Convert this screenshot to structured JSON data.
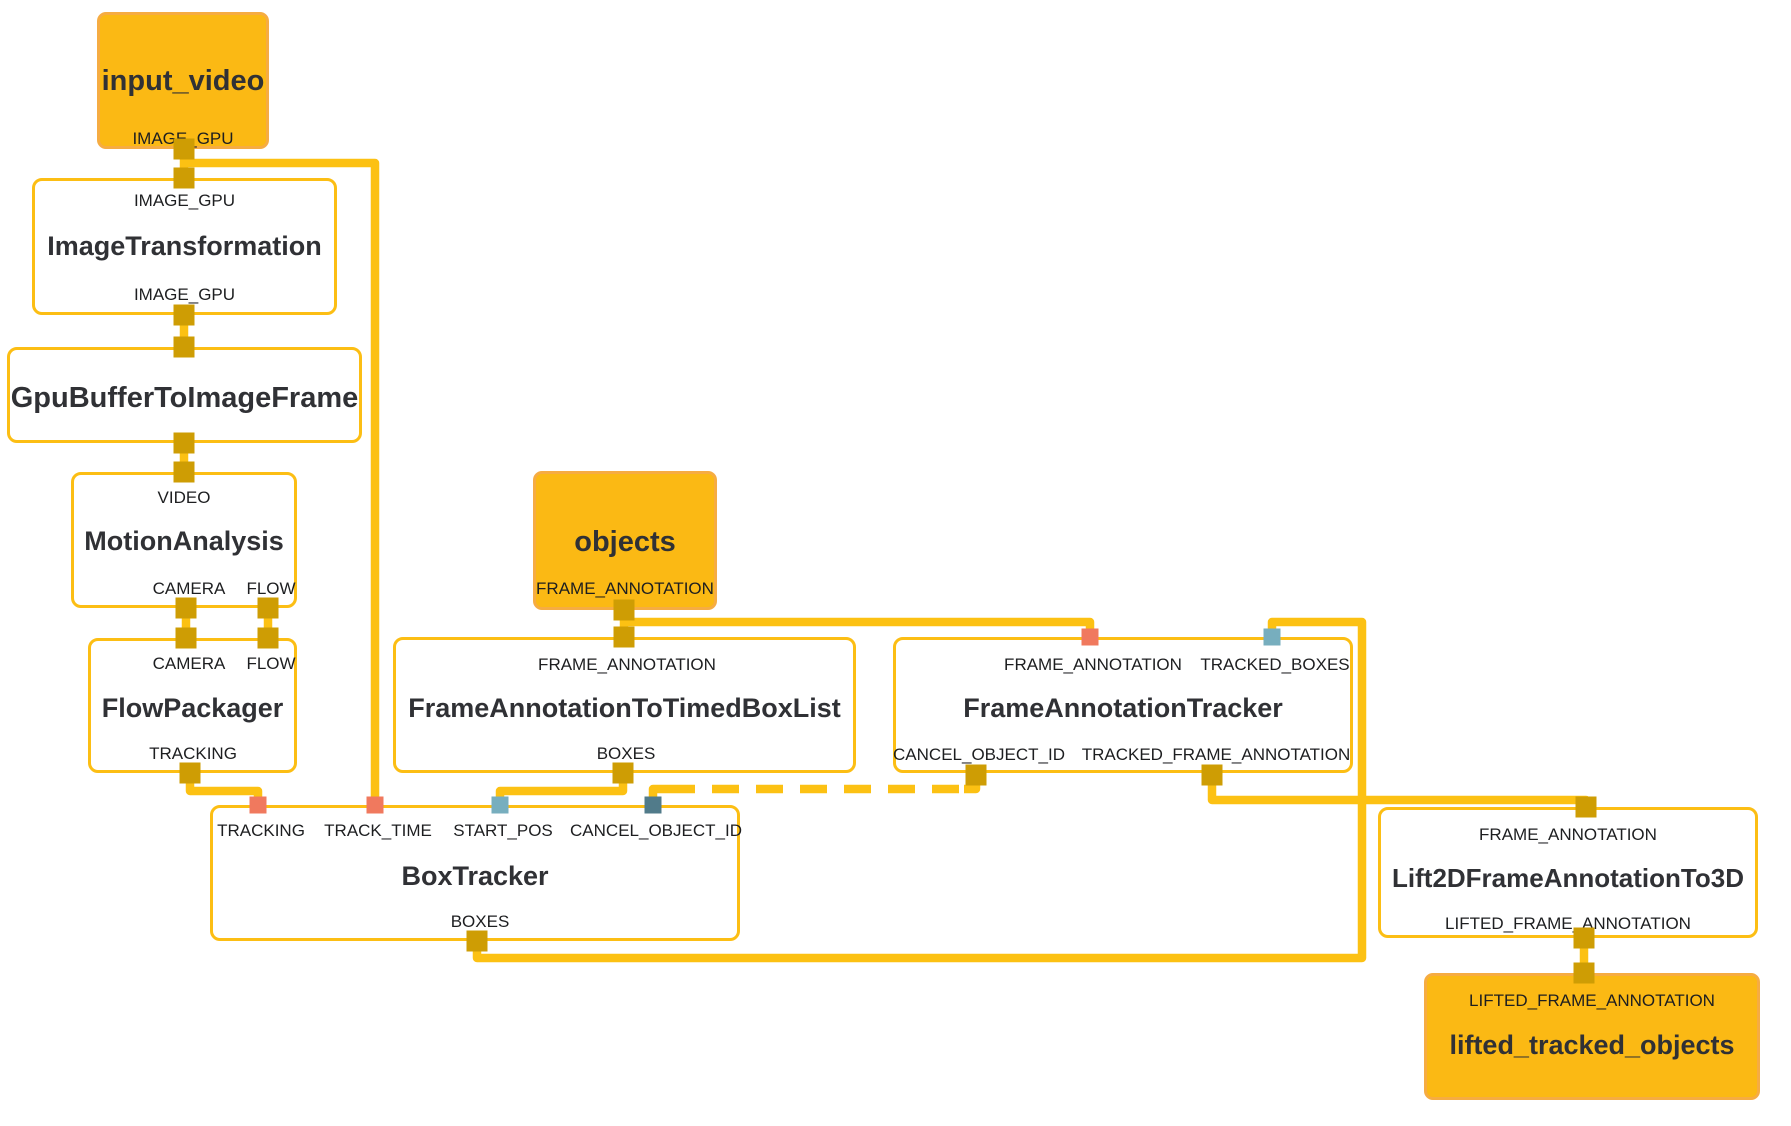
{
  "diagram_type": "mediapipe-calculator-graph",
  "nodes": {
    "input_video": {
      "kind": "input-stream",
      "title": "input_video",
      "outputs": [
        "IMAGE_GPU"
      ]
    },
    "image_transformation": {
      "kind": "calculator",
      "title": "ImageTransformation",
      "inputs": [
        "IMAGE_GPU"
      ],
      "outputs": [
        "IMAGE_GPU"
      ]
    },
    "gpu_buffer_to_image_frame": {
      "kind": "calculator",
      "title": "GpuBufferToImageFrame",
      "inputs": [],
      "outputs": []
    },
    "motion_analysis": {
      "kind": "calculator",
      "title": "MotionAnalysis",
      "inputs": [
        "VIDEO"
      ],
      "outputs": [
        "CAMERA",
        "FLOW"
      ]
    },
    "flow_packager": {
      "kind": "calculator",
      "title": "FlowPackager",
      "inputs": [
        "CAMERA",
        "FLOW"
      ],
      "outputs": [
        "TRACKING"
      ]
    },
    "objects": {
      "kind": "input-stream",
      "title": "objects",
      "outputs": [
        "FRAME_ANNOTATION"
      ]
    },
    "frame_annotation_to_timed_box_list": {
      "kind": "calculator",
      "title": "FrameAnnotationToTimedBoxList",
      "inputs": [
        "FRAME_ANNOTATION"
      ],
      "outputs": [
        "BOXES"
      ]
    },
    "frame_annotation_tracker": {
      "kind": "calculator",
      "title": "FrameAnnotationTracker",
      "inputs": [
        "FRAME_ANNOTATION",
        "TRACKED_BOXES"
      ],
      "outputs": [
        "CANCEL_OBJECT_ID",
        "TRACKED_FRAME_ANNOTATION"
      ]
    },
    "box_tracker": {
      "kind": "calculator",
      "title": "BoxTracker",
      "inputs": [
        "TRACKING",
        "TRACK_TIME",
        "START_POS",
        "CANCEL_OBJECT_ID"
      ],
      "outputs": [
        "BOXES"
      ]
    },
    "lift_2d_frame_annotation_to_3d": {
      "kind": "calculator",
      "title": "Lift2DFrameAnnotationTo3D",
      "inputs": [
        "FRAME_ANNOTATION"
      ],
      "outputs": [
        "LIFTED_FRAME_ANNOTATION"
      ]
    },
    "lifted_tracked_objects": {
      "kind": "output-stream",
      "title": "lifted_tracked_objects",
      "inputs": [
        "LIFTED_FRAME_ANNOTATION"
      ]
    }
  },
  "edges": [
    {
      "from": "input_video.IMAGE_GPU",
      "to": "image_transformation.IMAGE_GPU",
      "style": "solid"
    },
    {
      "from": "input_video.IMAGE_GPU",
      "to": "box_tracker.TRACK_TIME",
      "style": "solid"
    },
    {
      "from": "image_transformation.IMAGE_GPU",
      "to": "gpu_buffer_to_image_frame",
      "style": "solid"
    },
    {
      "from": "gpu_buffer_to_image_frame",
      "to": "motion_analysis.VIDEO",
      "style": "solid"
    },
    {
      "from": "motion_analysis.CAMERA",
      "to": "flow_packager.CAMERA",
      "style": "solid"
    },
    {
      "from": "motion_analysis.FLOW",
      "to": "flow_packager.FLOW",
      "style": "solid"
    },
    {
      "from": "flow_packager.TRACKING",
      "to": "box_tracker.TRACKING",
      "style": "solid"
    },
    {
      "from": "objects.FRAME_ANNOTATION",
      "to": "frame_annotation_to_timed_box_list.FRAME_ANNOTATION",
      "style": "solid"
    },
    {
      "from": "objects.FRAME_ANNOTATION",
      "to": "frame_annotation_tracker.FRAME_ANNOTATION",
      "style": "solid"
    },
    {
      "from": "frame_annotation_to_timed_box_list.BOXES",
      "to": "box_tracker.START_POS",
      "style": "solid"
    },
    {
      "from": "frame_annotation_tracker.CANCEL_OBJECT_ID",
      "to": "box_tracker.CANCEL_OBJECT_ID",
      "style": "dashed"
    },
    {
      "from": "box_tracker.BOXES",
      "to": "frame_annotation_tracker.TRACKED_BOXES",
      "style": "solid"
    },
    {
      "from": "frame_annotation_tracker.TRACKED_FRAME_ANNOTATION",
      "to": "lift_2d_frame_annotation_to_3d.FRAME_ANNOTATION",
      "style": "solid"
    },
    {
      "from": "lift_2d_frame_annotation_to_3d.LIFTED_FRAME_ANNOTATION",
      "to": "lifted_tracked_objects.LIFTED_FRAME_ANNOTATION",
      "style": "solid"
    }
  ],
  "special_ports": [
    {
      "node": "box_tracker",
      "port": "TRACKING",
      "color": "salmon"
    },
    {
      "node": "box_tracker",
      "port": "TRACK_TIME",
      "color": "salmon"
    },
    {
      "node": "box_tracker",
      "port": "START_POS",
      "color": "lightteal"
    },
    {
      "node": "box_tracker",
      "port": "CANCEL_OBJECT_ID",
      "color": "darkteal"
    },
    {
      "node": "frame_annotation_tracker",
      "port": "FRAME_ANNOTATION",
      "color": "salmon"
    },
    {
      "node": "frame_annotation_tracker",
      "port": "TRACKED_BOXES",
      "color": "lightteal"
    }
  ],
  "colors": {
    "edge_gold": "#FCC113",
    "node_border_gold": "#FCBE14",
    "stream_node_fill": "#FBB914",
    "stream_node_border": "#F6AC42",
    "port_default": "#CE9D04",
    "port_salmon": "#F0795E",
    "port_lightteal": "#77AEBE",
    "port_darkteal": "#517B8A",
    "title_text": "#303135",
    "label_text": "#1d1e20",
    "background": "#ffffff"
  }
}
